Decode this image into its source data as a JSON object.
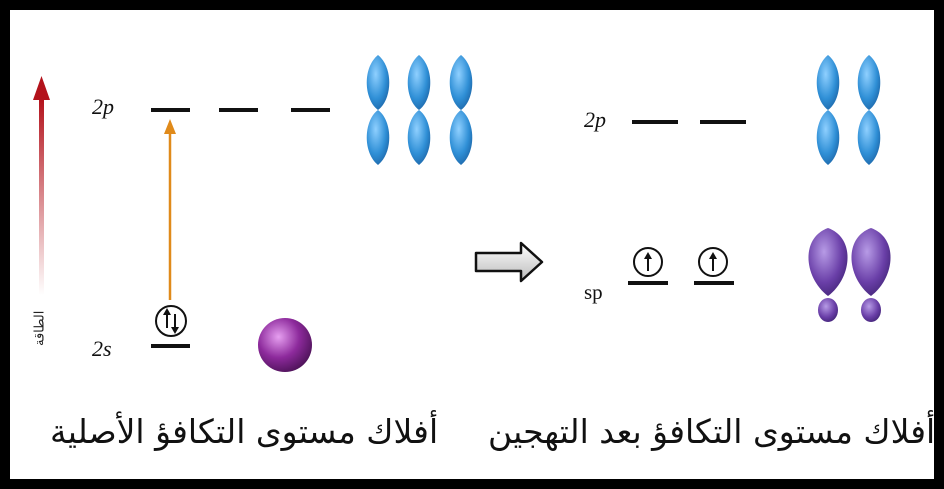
{
  "left_panel": {
    "level_2p": "2p",
    "level_2s": "2s",
    "energy_axis": "الطاقة",
    "caption": "أفلاك مستوى التكافؤ الأصلية"
  },
  "right_panel": {
    "level_2p": "2p",
    "level_sp": "sp",
    "caption": "أفلاك مستوى التكافؤ بعد التهجين"
  },
  "colors": {
    "p_orbital": "#2f8fd6",
    "s_orbital": "#8d2a9c",
    "sp_orbital": "#6a3fa8",
    "excitation_arrow": "#e08a1a",
    "energy_arrow": "#b3121b",
    "frame": "#000000"
  }
}
